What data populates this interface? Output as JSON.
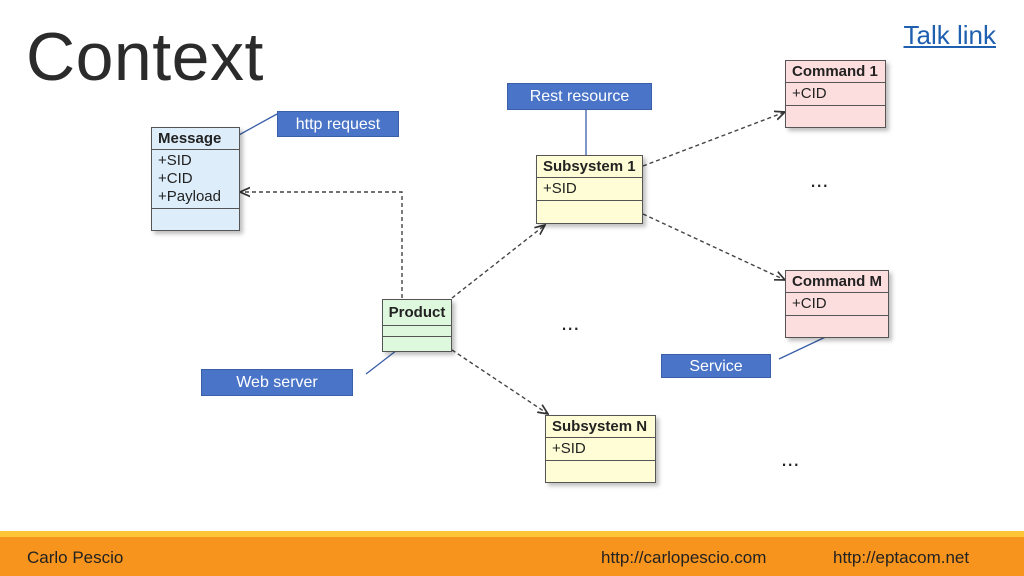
{
  "title": "Context",
  "talk_link": "Talk link",
  "classes": {
    "message": {
      "name": "Message",
      "attrs": [
        "+SID",
        "+CID",
        "+Payload"
      ]
    },
    "subsystem1": {
      "name": "Subsystem 1",
      "attrs": [
        "+SID"
      ]
    },
    "subsystemN": {
      "name": "Subsystem N",
      "attrs": [
        "+SID"
      ]
    },
    "product": {
      "name": "Product",
      "attrs": []
    },
    "command1": {
      "name": "Command 1",
      "attrs": [
        "+CID"
      ]
    },
    "commandM": {
      "name": "Command M",
      "attrs": [
        "+CID"
      ]
    }
  },
  "labels": {
    "http_request": "http request",
    "rest_resource": "Rest resource",
    "web_server": "Web server",
    "service": "Service"
  },
  "ellipsis": "...",
  "footer": {
    "author": "Carlo Pescio",
    "link1": "http://carlopescio.com",
    "link2": "http://eptacom.net"
  }
}
